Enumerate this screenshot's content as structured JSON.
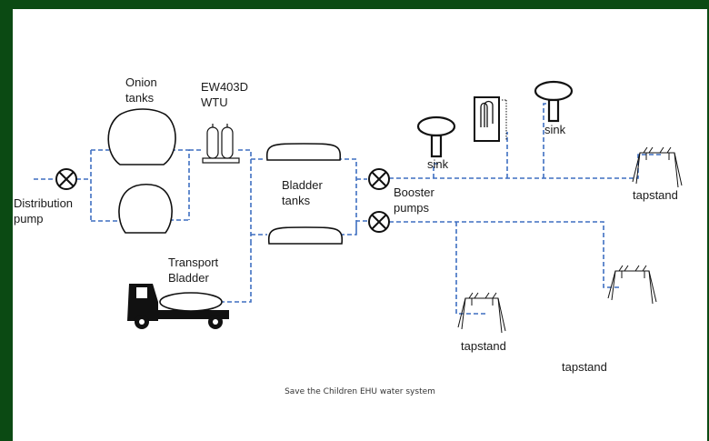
{
  "colors": {
    "frame": "#0b4a13",
    "background": "#ffffff",
    "pipe": "#3f6fc1",
    "outline": "#111111"
  },
  "labels": {
    "onion_tanks": [
      "Onion",
      "tanks"
    ],
    "wtu": [
      "EW403D",
      "WTU"
    ],
    "distribution_pump": [
      "Distribution",
      "pump"
    ],
    "bladder_tanks": [
      "Bladder",
      "tanks"
    ],
    "booster_pumps": [
      "Booster",
      "pumps"
    ],
    "transport_bladder": [
      "Transport",
      "Bladder"
    ],
    "sink_left": "sink",
    "sink_right": "sink",
    "tapstand_right": "tapstand",
    "tapstand_bottom_left": "tapstand",
    "tapstand_bottom_right": "tapstand"
  },
  "caption": "Save the Children EHU water system",
  "icons": [
    "pump-valve-icon",
    "onion-tank-icon",
    "water-treatment-unit-icon",
    "bladder-tank-icon",
    "sink-icon",
    "handwash-station-icon",
    "tapstand-icon",
    "truck-icon"
  ]
}
